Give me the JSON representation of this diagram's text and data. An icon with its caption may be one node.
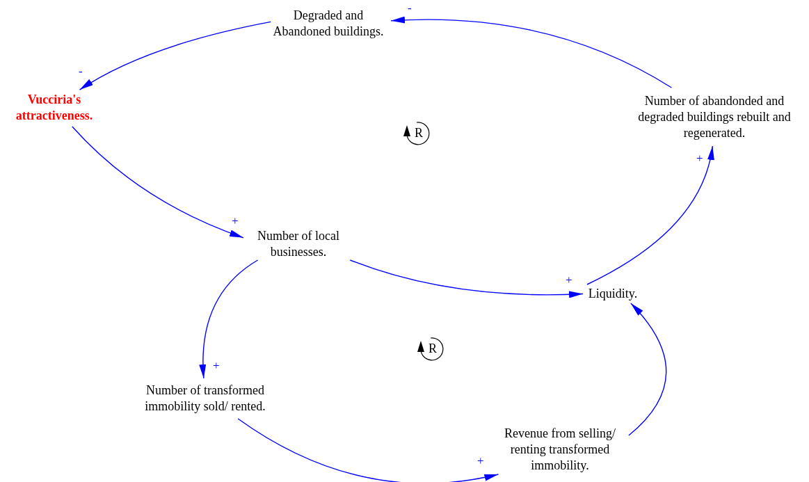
{
  "diagram": {
    "nodes": [
      {
        "text": [
          "Degraded and Abandoned buildings."
        ]
      },
      {
        "text": [
          "Vucciria's attractiveness."
        ]
      },
      {
        "text": [
          "Number of local businesses."
        ]
      },
      {
        "text": [
          "Liquidity."
        ]
      },
      {
        "text": [
          "Number of abandonded and degraded buildings rebuilt and regenerated."
        ]
      },
      {
        "text": [
          "Number of transformed immobility sold/ rented."
        ]
      },
      {
        "text": [
          "Revenue from selling/ renting transformed immobility."
        ]
      }
    ],
    "edges": [
      {
        "from": 0,
        "to": 1,
        "arrow": "to",
        "label": "-"
      },
      {
        "from": 1,
        "to": 2,
        "arrow": "to",
        "label": "+"
      },
      {
        "from": 2,
        "to": 3,
        "arrow": "to",
        "label": "+"
      },
      {
        "from": 3,
        "to": 4,
        "arrow": "to",
        "label": "+"
      },
      {
        "from": 4,
        "to": 0,
        "arrow": "to",
        "label": "-"
      },
      {
        "from": 2,
        "to": 5,
        "arrow": "to",
        "label": "+"
      },
      {
        "from": 5,
        "to": 6,
        "arrow": "to",
        "label": "+"
      },
      {
        "from": 6,
        "to": 3,
        "arrow": "to"
      }
    ],
    "labels": [
      "R",
      "R"
    ]
  }
}
